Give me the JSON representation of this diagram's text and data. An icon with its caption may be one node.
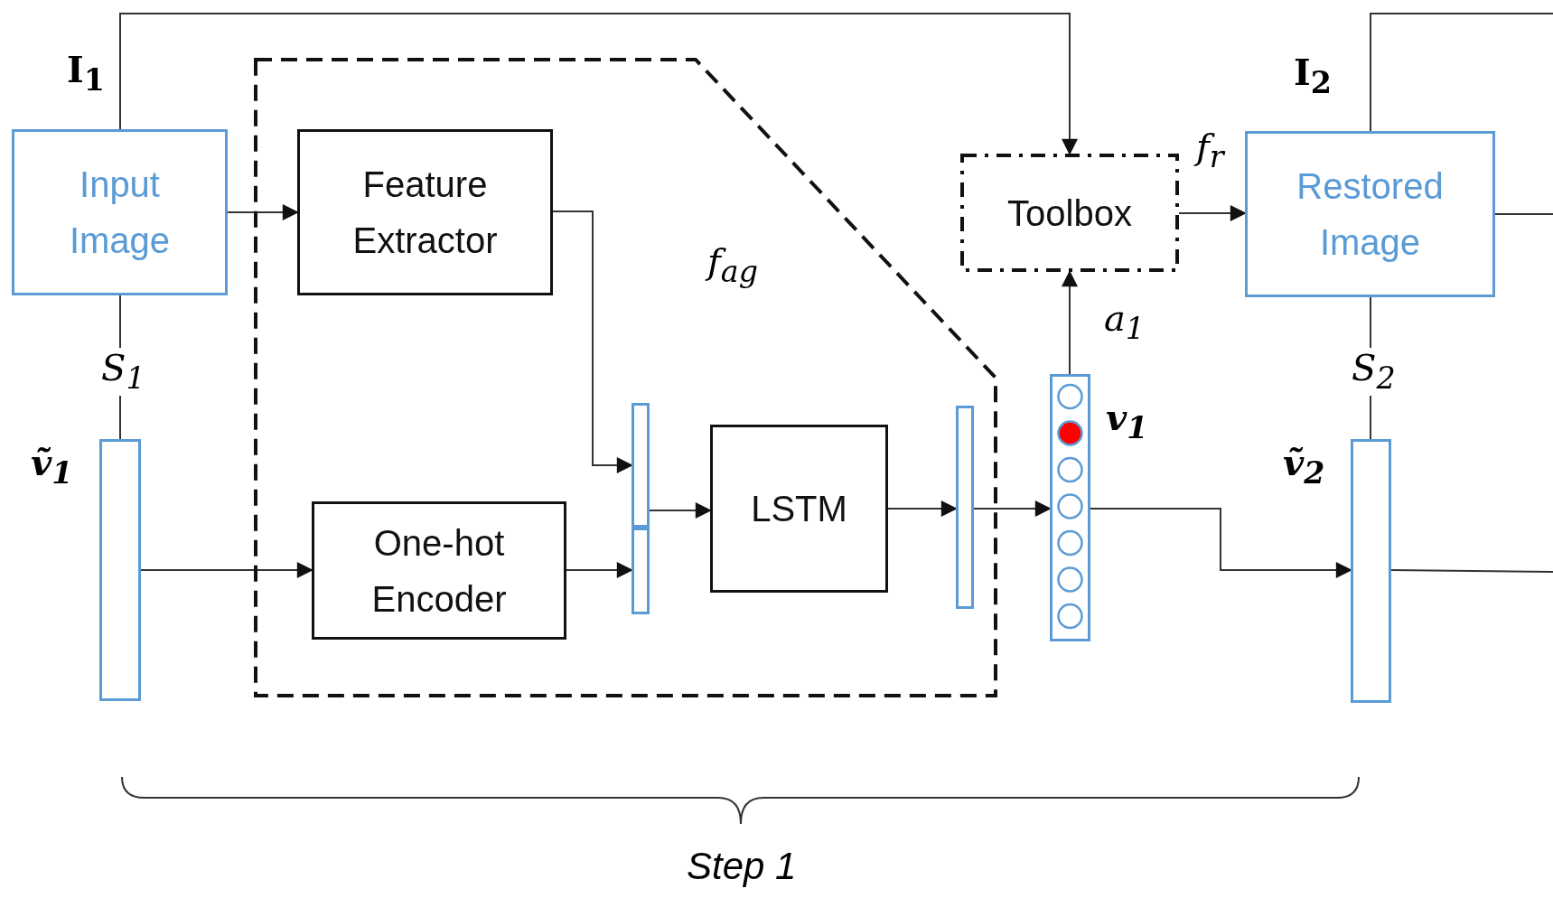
{
  "diagram": {
    "nodes": [
      {
        "text": [
          "Input Image"
        ]
      },
      {
        "text": [
          "f$_{ag}$"
        ]
      },
      {
        "text": [
          "Feature Extractor"
        ],
        "in": 1
      },
      {
        "text": [
          "One-hot Encoder"
        ],
        "in": 1
      },
      {
        "text": [],
        "shape": "bar",
        "in": 1
      },
      {
        "text": [],
        "shape": "bar",
        "in": 1
      },
      {
        "text": [
          "LSTM"
        ],
        "in": 1
      },
      {
        "text": [],
        "shape": "bar",
        "in": 1
      },
      {
        "text": [],
        "shape": "bar",
        "beside": [
          "v$_{1}$"
        ]
      },
      {
        "text": [
          "Toolbox"
        ]
      },
      {
        "text": [
          "Restored Image"
        ]
      },
      {
        "text": [],
        "shape": "bar",
        "beside": [
          "ṽ$_{1}$"
        ]
      },
      {
        "text": [],
        "shape": "bar",
        "beside": [
          "ṽ$_{2}$"
        ]
      }
    ],
    "edges": [
      {
        "from": 0,
        "to": 9,
        "arrow": "to",
        "label": "I$_{1}$"
      },
      {
        "from": 0,
        "to": 2,
        "arrow": "to"
      },
      {
        "from": 0,
        "to": 11,
        "arrow": "none",
        "label": "S$_{1}$"
      },
      {
        "from": 11,
        "to": 3,
        "arrow": "to"
      },
      {
        "from": 2,
        "to": 4,
        "arrow": "to"
      },
      {
        "from": 3,
        "to": 5,
        "arrow": "to"
      },
      {
        "from": 4,
        "to": 6,
        "arrow": "to"
      },
      {
        "from": 6,
        "to": 7,
        "arrow": "to"
      },
      {
        "from": 7,
        "to": 8,
        "arrow": "to"
      },
      {
        "from": 8,
        "to": 9,
        "arrow": "to",
        "label": "a$_{1}$"
      },
      {
        "from": 9,
        "to": 10,
        "arrow": "to",
        "label": "f$_{r}$"
      },
      {
        "from": 10,
        "to": 12,
        "arrow": "none",
        "label": "S$_{2}$"
      },
      {
        "from": 8,
        "to": 12,
        "arrow": "to"
      },
      {
        "from": 10,
        "to": null,
        "arrow": "none",
        "label": "I$_{2}$"
      },
      {
        "from": 10,
        "to": null,
        "arrow": "none"
      },
      {
        "from": 12,
        "to": null,
        "arrow": "none"
      }
    ],
    "labels": [
      "Step 1"
    ]
  }
}
